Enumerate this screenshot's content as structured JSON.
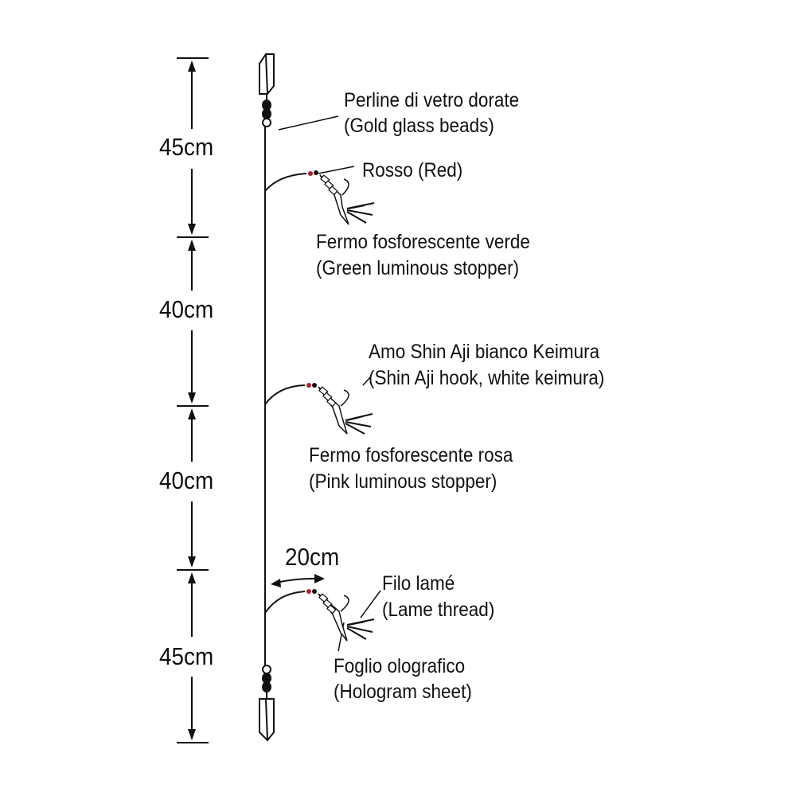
{
  "dimensions": {
    "segment_1": "45cm",
    "segment_2": "40cm",
    "segment_3": "40cm",
    "segment_4": "45cm",
    "dropper_length": "20cm"
  },
  "labels": {
    "gold_beads_it": "Perline di vetro dorate",
    "gold_beads_en": "(Gold glass beads)",
    "red": "Rosso (Red)",
    "green_stopper_it": "Fermo fosforescente verde",
    "green_stopper_en": "(Green luminous stopper)",
    "hook_it": "Amo Shin Aji bianco Keimura",
    "hook_en": "(Shin Aji hook, white keimura)",
    "pink_stopper_it": "Fermo fosforescente rosa",
    "pink_stopper_en": "(Pink luminous stopper)",
    "thread_it": "Filo lamé",
    "thread_en": "(Lame thread)",
    "sheet_it": "Foglio olografico",
    "sheet_en": "(Hologram sheet)"
  },
  "colors": {
    "line": "#111111",
    "bead_red": "#b0202a",
    "background": "#ffffff"
  }
}
